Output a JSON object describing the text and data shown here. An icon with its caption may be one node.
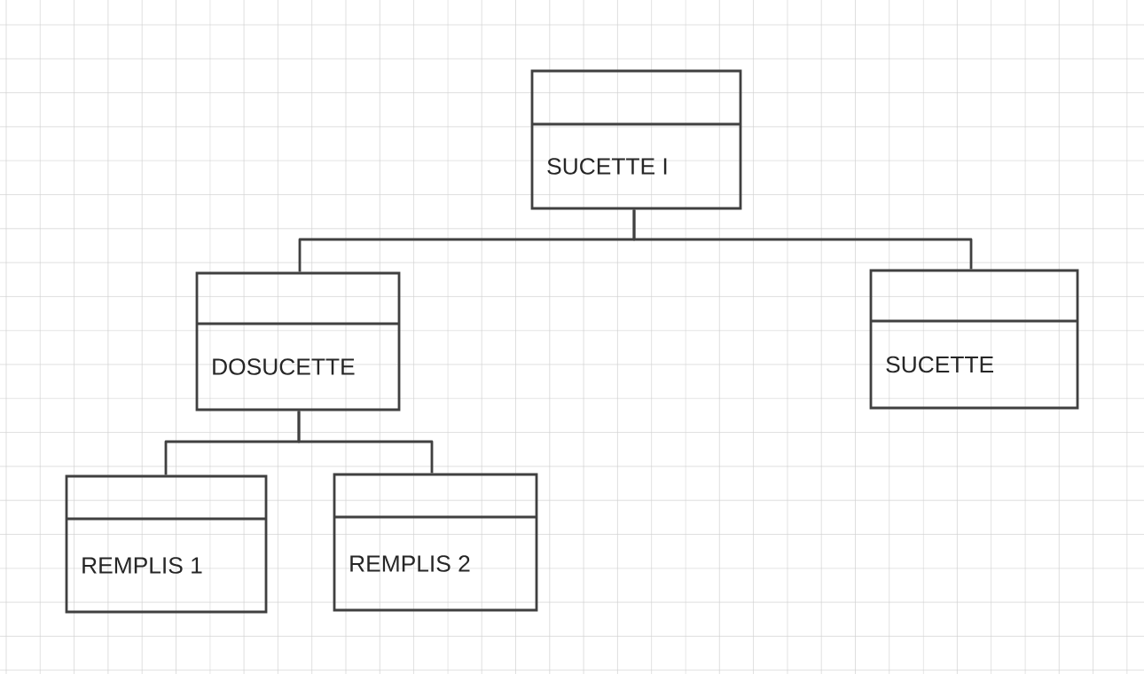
{
  "diagram": {
    "nodes": [
      {
        "text": [
          "SUCETTE I"
        ]
      },
      {
        "text": [
          "DOSUCETTE"
        ]
      },
      {
        "text": [
          "SUCETTE"
        ]
      },
      {
        "text": [
          "REMPLIS 1"
        ]
      },
      {
        "text": [
          "REMPLIS 2"
        ]
      }
    ],
    "edges": [
      {
        "from": 0,
        "to": 1,
        "arrow": "none"
      },
      {
        "from": 0,
        "to": 2,
        "arrow": "none"
      },
      {
        "from": 1,
        "to": 3,
        "arrow": "none"
      },
      {
        "from": 1,
        "to": 4,
        "arrow": "none"
      }
    ]
  }
}
